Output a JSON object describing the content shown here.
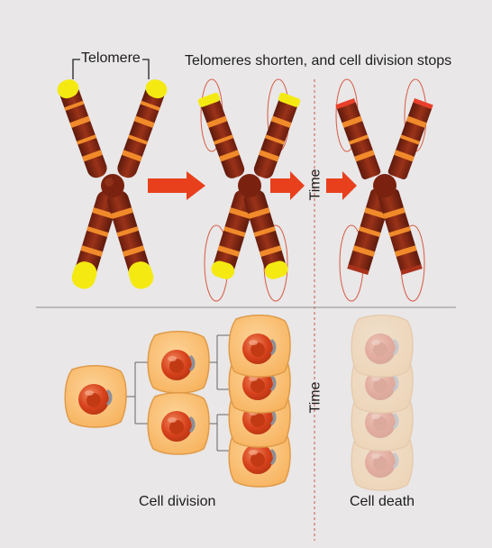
{
  "labels": {
    "telomere": "Telomere",
    "headline": "Telomeres shorten, and cell division stops",
    "time_top": "Time",
    "time_bottom": "Time",
    "cell_division": "Cell division",
    "cell_death": "Cell death"
  },
  "colors": {
    "background": "#e9e7e8",
    "chromatid": "#8c2a17",
    "chromatid_dark": "#5e1a0c",
    "band": "#f08a2a",
    "telomere": "#f4ea12",
    "telomere_short": "#e8402a",
    "arrow": "#e8401c",
    "cell_fill": "#fbc27a",
    "cell_border": "#d88d3c",
    "nucleus": "#e0461e",
    "nucleus_light": "#f08a63",
    "organelle": "#8a8f9a",
    "divider": "#9a9a9a",
    "dashed": "#c75a4a"
  },
  "icons": {
    "arrow_1": "right-arrow-icon",
    "arrow_2": "right-arrow-icon",
    "arrow_3": "right-arrow-icon"
  }
}
